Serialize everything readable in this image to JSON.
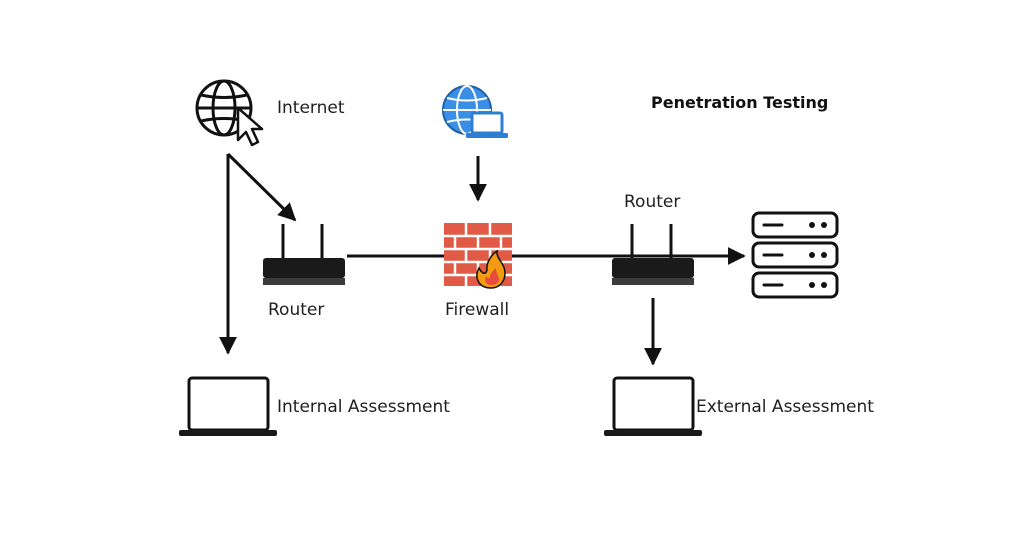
{
  "title": "Penetration Testing",
  "nodes": {
    "internet": {
      "label": "Internet",
      "icon": "globe-cursor-icon"
    },
    "attacker": {
      "label": "",
      "icon": "globe-laptop-icon"
    },
    "router_left": {
      "label": "Router",
      "icon": "router-icon"
    },
    "firewall": {
      "label": "Firewall",
      "icon": "firewall-icon"
    },
    "router_right": {
      "label": "Router",
      "icon": "router-icon"
    },
    "server": {
      "label": "",
      "icon": "server-rack-icon"
    },
    "internal_assessment": {
      "label": "Internal Assessment",
      "icon": "laptop-icon"
    },
    "external_assessment": {
      "label": "External Assessment",
      "icon": "laptop-icon"
    }
  },
  "colors": {
    "line": "#111111",
    "brick": "#e05a45",
    "mortar": "#ffffff",
    "flame_outer": "#f39c12",
    "flame_inner": "#e74c3c",
    "globe_blue": "#3a8ee6",
    "laptop_blue": "#2d7fd6"
  }
}
